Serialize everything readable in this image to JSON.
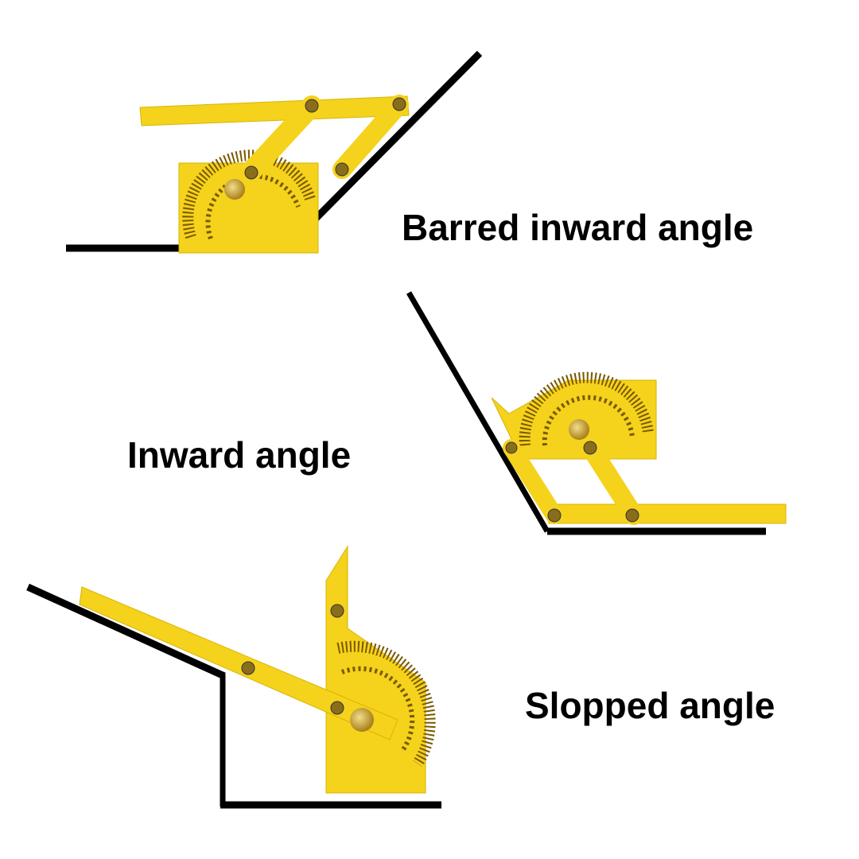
{
  "labels": {
    "barred_inward": "Barred inward angle",
    "inward": "Inward angle",
    "slopped": "Slopped angle"
  },
  "colors": {
    "tool_yellow": "#f5d21c",
    "tool_edge": "#d9b400",
    "line": "#000000",
    "brass": "#c9a227",
    "scale": "#7a5a00"
  }
}
